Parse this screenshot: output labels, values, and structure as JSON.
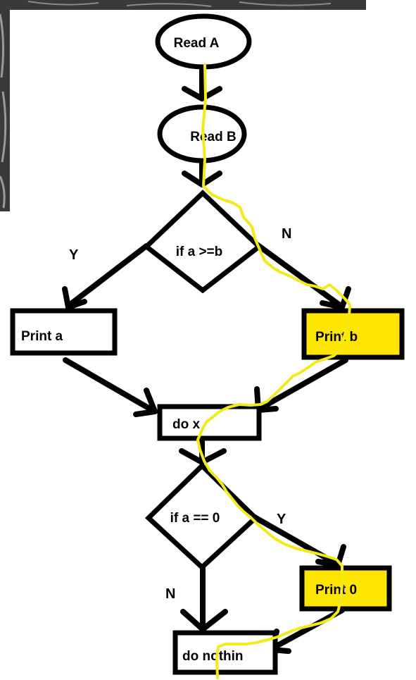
{
  "flowchart": {
    "nodes": {
      "read_a": "Read A",
      "read_b": "Read B",
      "cond_ab": "if a >=b",
      "print_a": "Print a",
      "print_b": "Print b",
      "do_x": "do x",
      "cond_zero": "if a == 0",
      "print_0": "Print 0",
      "do_nothing": "do nothin"
    },
    "edge_labels": {
      "cond_ab_yes": "Y",
      "cond_ab_no": "N",
      "cond_zero_yes": "Y",
      "cond_zero_no": "N"
    }
  },
  "colors": {
    "stroke": "#000000",
    "highlight": "#ffe600",
    "trace": "#f2ea1a",
    "background": "#ffffff"
  }
}
